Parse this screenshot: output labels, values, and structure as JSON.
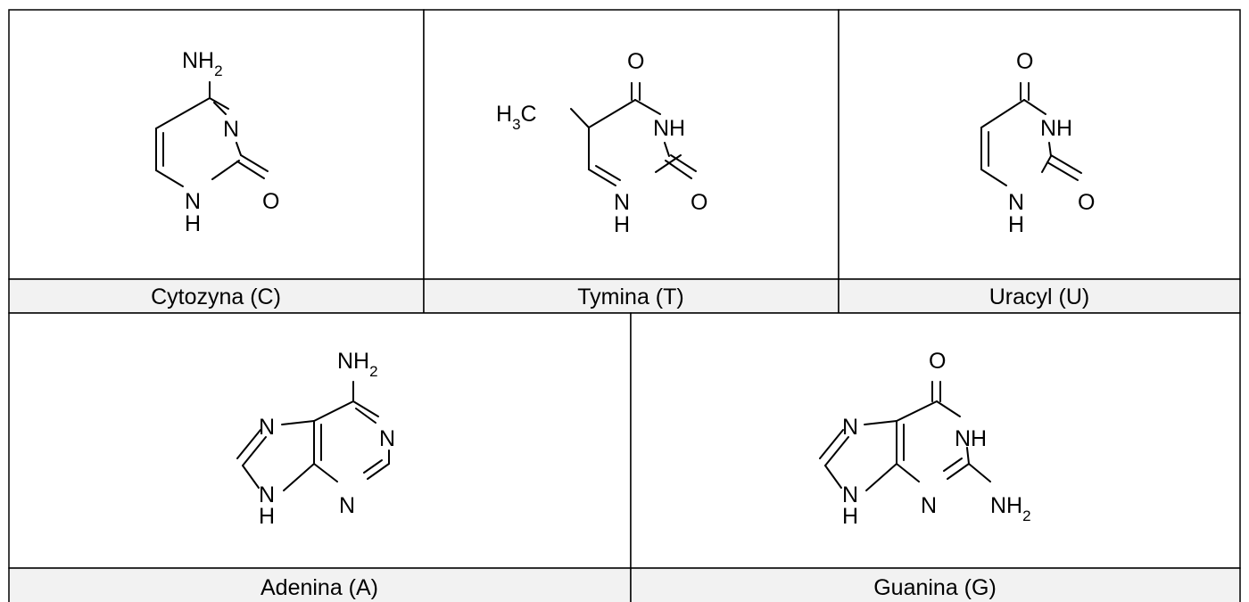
{
  "colors": {
    "border": "#000000",
    "label_background": "#f2f2f2",
    "cell_background": "#ffffff",
    "ink": "#000000"
  },
  "molecules": [
    {
      "id": "cytosine",
      "name": "Cytozyna (C)",
      "atoms": {
        "amino": "NH",
        "amino_sub": "2",
        "n3": "N",
        "o2": "O",
        "n1": "N",
        "n1_h": "H"
      }
    },
    {
      "id": "thymine",
      "name": "Tymina (T)",
      "atoms": {
        "o4": "O",
        "methyl_h": "H",
        "methyl_sub": "3",
        "methyl_c": "C",
        "n3h": "NH",
        "o2": "O",
        "n1": "N",
        "n1_h": "H"
      }
    },
    {
      "id": "uracil",
      "name": "Uracyl (U)",
      "atoms": {
        "o4": "O",
        "n3h": "NH",
        "o2": "O",
        "n1": "N",
        "n1_h": "H"
      }
    },
    {
      "id": "adenine",
      "name": "Adenina (A)",
      "atoms": {
        "amino": "NH",
        "amino_sub": "2",
        "n7": "N",
        "n1": "N",
        "n3": "N",
        "n9": "N",
        "n9_h": "H"
      }
    },
    {
      "id": "guanine",
      "name": "Guanina (G)",
      "atoms": {
        "o6": "O",
        "n7": "N",
        "n1h": "NH",
        "n3": "N",
        "amino": "NH",
        "amino_sub": "2",
        "n9": "N",
        "n9_h": "H"
      }
    }
  ]
}
